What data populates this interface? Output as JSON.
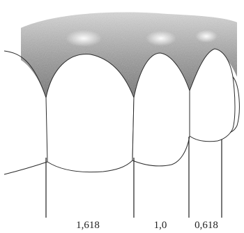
{
  "figure": {
    "kind": "dental golden proportion illustration",
    "ratios": [
      {
        "label": "1,618",
        "value": 1.618,
        "tooth": "central-incisor"
      },
      {
        "label": "1,0",
        "value": 1.0,
        "tooth": "lateral-incisor"
      },
      {
        "label": "0,618",
        "value": 0.618,
        "tooth": "canine"
      }
    ]
  }
}
